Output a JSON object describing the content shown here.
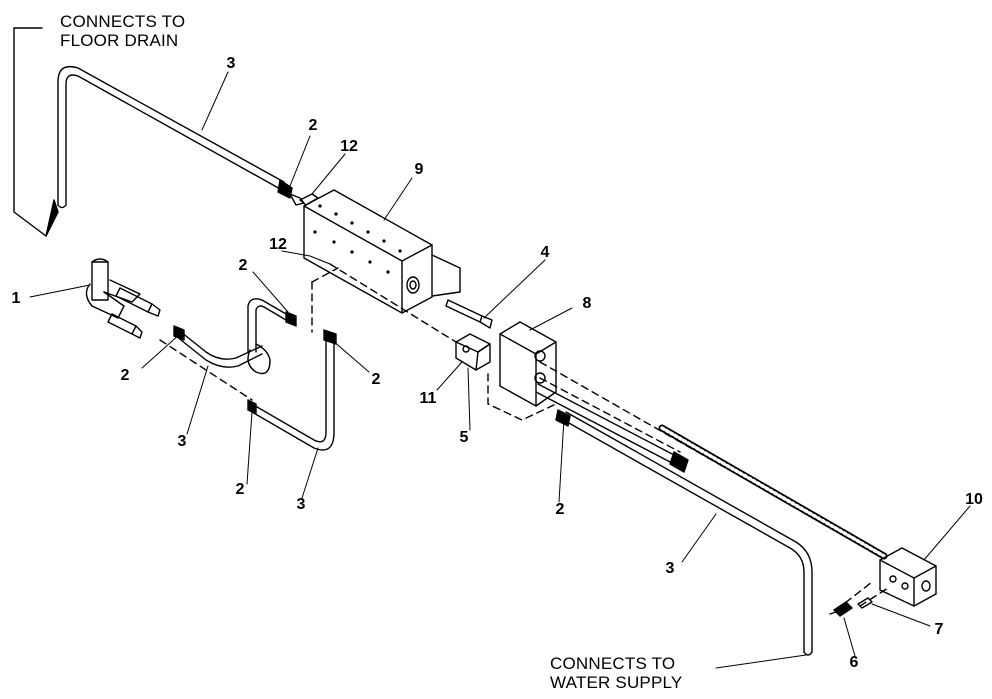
{
  "notes": {
    "floor_drain": [
      "CONNECTS TO",
      "FLOOR DRAIN"
    ],
    "water_supply": [
      "CONNECTS TO",
      "WATER SUPPLY"
    ]
  },
  "callouts": {
    "c1": "1",
    "c2a": "2",
    "c2b": "2",
    "c2c": "2",
    "c2d": "2",
    "c2e": "2",
    "c2f": "2",
    "c3a": "3",
    "c3b": "3",
    "c3c": "3",
    "c3d": "3",
    "c4": "4",
    "c5": "5",
    "c6": "6",
    "c7": "7",
    "c8": "8",
    "c9": "9",
    "c10": "10",
    "c11": "11",
    "c12a": "12",
    "c12b": "12"
  }
}
